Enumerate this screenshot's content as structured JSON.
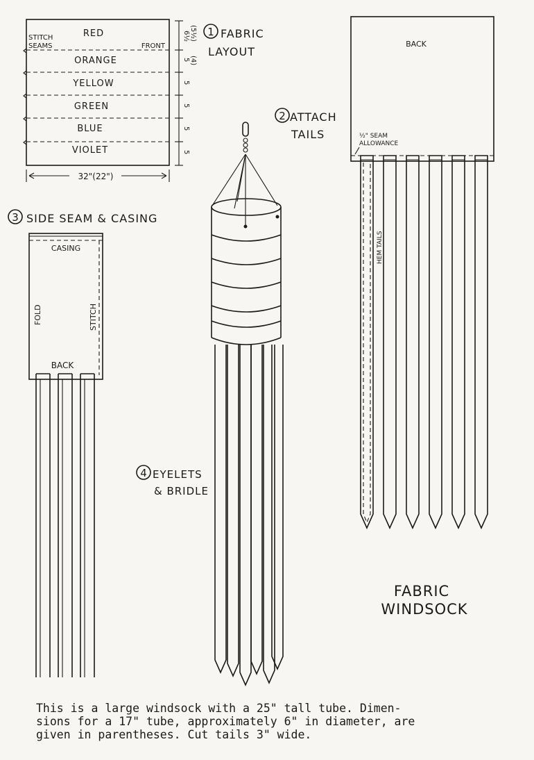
{
  "step1": {
    "number": "1",
    "title_line1": "FABRIC",
    "title_line2": "LAYOUT",
    "stitch_label": "STITCH",
    "seams_label": "SEAMS",
    "front_label": "FRONT",
    "colors": [
      "RED",
      "ORANGE",
      "YELLOW",
      "GREEN",
      "BLUE",
      "VIOLET"
    ],
    "width_label": "32\"(22\")",
    "dims": [
      "6½",
      "(5½)",
      "5",
      "(4)",
      "5",
      "5",
      "5",
      "5"
    ]
  },
  "step2": {
    "number": "2",
    "title_line1": "ATTACH",
    "title_line2": "TAILS",
    "back_label": "BACK",
    "seam_label_1": "½\" SEAM",
    "seam_label_2": "ALLOWANCE",
    "hem_label": "HEM TAILS"
  },
  "step3": {
    "number": "3",
    "title": "SIDE SEAM & CASING",
    "casing_label": "CASING",
    "fold_label": "FOLD",
    "stitch_label": "STITCH",
    "back_label": "BACK"
  },
  "step4": {
    "number": "4",
    "title_line1": "EYELETS",
    "title_line2": "& BRIDLE"
  },
  "heading": {
    "line1": "FABRIC",
    "line2": "WINDSOCK"
  },
  "caption": "This is a large windsock with a 25\" tall tube. Dimen-\nsions for a 17\" tube, approximately 6\" in diameter, are\ngiven in parentheses. Cut tails 3\" wide."
}
